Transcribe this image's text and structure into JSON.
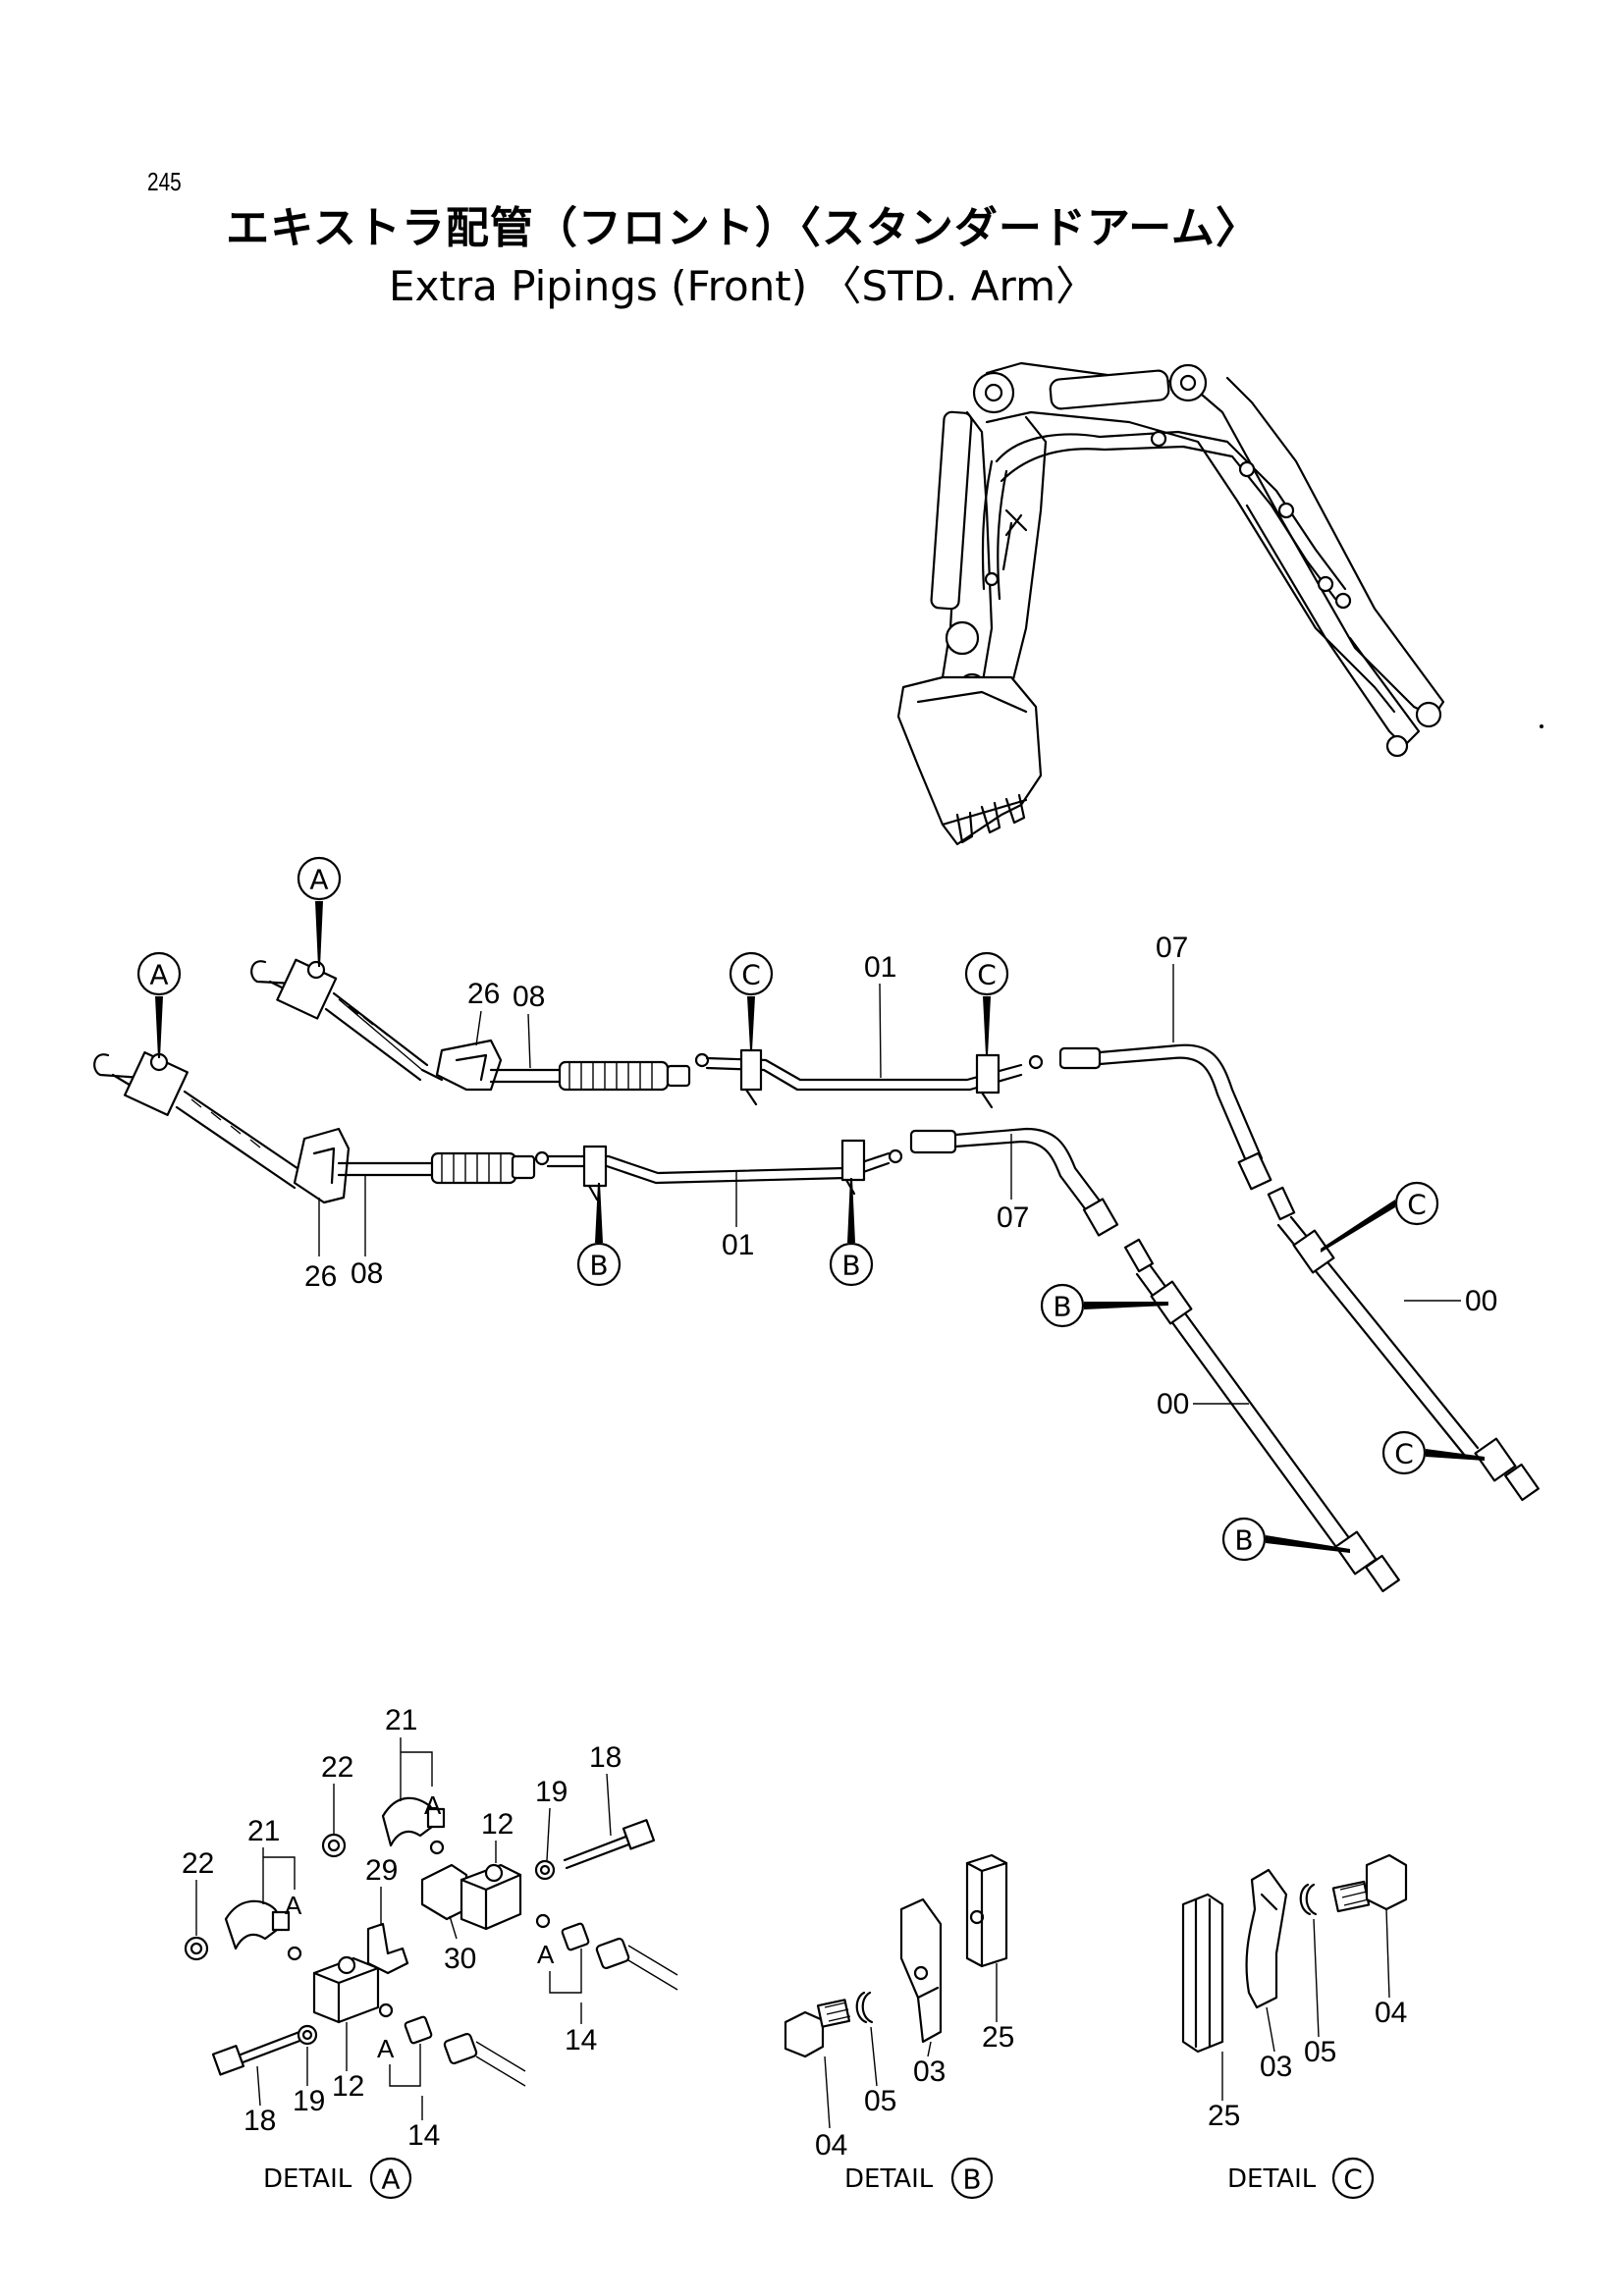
{
  "page_number": "245",
  "title": {
    "japanese": "エキストラ配管（フロント）〈スタンダードアーム〉",
    "english": "Extra Pipings (Front) 〈STD. Arm〉"
  },
  "callouts": {
    "a": "A",
    "b": "B",
    "c": "C"
  },
  "part_labels": {
    "p00": "00",
    "p01": "01",
    "p03": "03",
    "p04": "04",
    "p05": "05",
    "p07": "07",
    "p08": "08",
    "p12": "12",
    "p14": "14",
    "p18": "18",
    "p19": "19",
    "p21": "21",
    "p22": "22",
    "p25": "25",
    "p26": "26",
    "p29": "29",
    "p30": "30"
  },
  "details": {
    "word": "DETAIL",
    "a": "A",
    "b": "B",
    "c": "C"
  }
}
